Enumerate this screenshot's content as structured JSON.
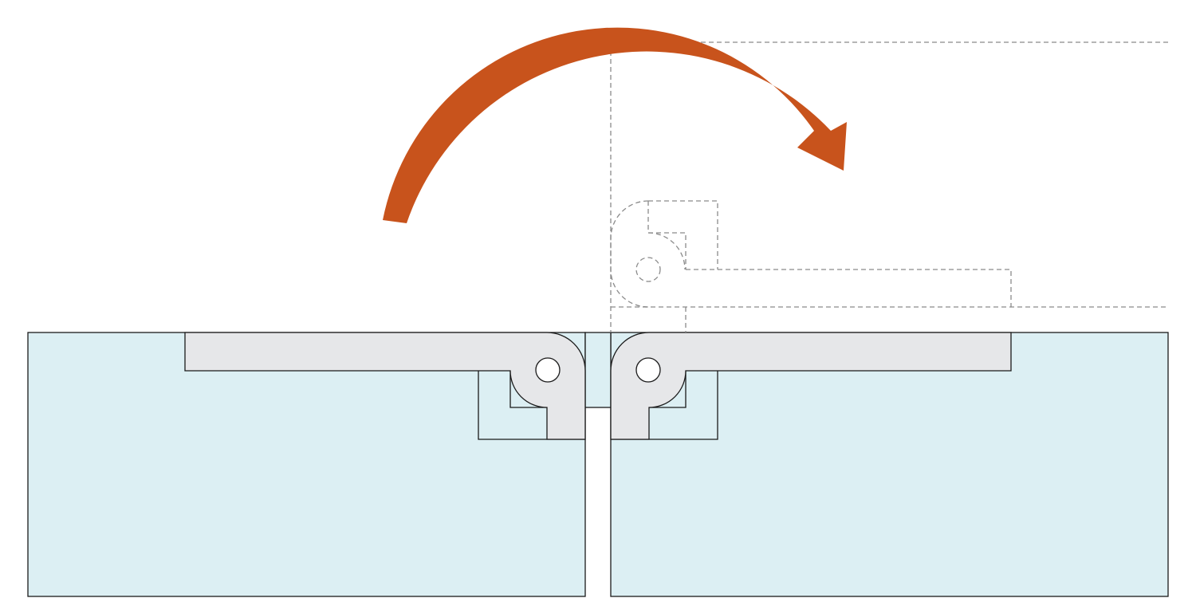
{
  "diagram": {
    "type": "hinge-rotation",
    "description_visible_text": [],
    "parts": {
      "left_panel": "panel",
      "right_panel": "panel",
      "left_hinge_leaf": "hinge-leaf",
      "right_hinge_leaf": "hinge-leaf",
      "folded_outline": "dashed-outline",
      "rotation_arrow": "curved-arrow-clockwise"
    },
    "colors": {
      "panel_fill": "#DCEFF3",
      "hinge_fill": "#E6E7E9",
      "arrow_fill": "#C8531C",
      "stroke": "#1A1A1A",
      "dashed_stroke": "#8A8A8A",
      "background": "#FFFFFF"
    }
  }
}
